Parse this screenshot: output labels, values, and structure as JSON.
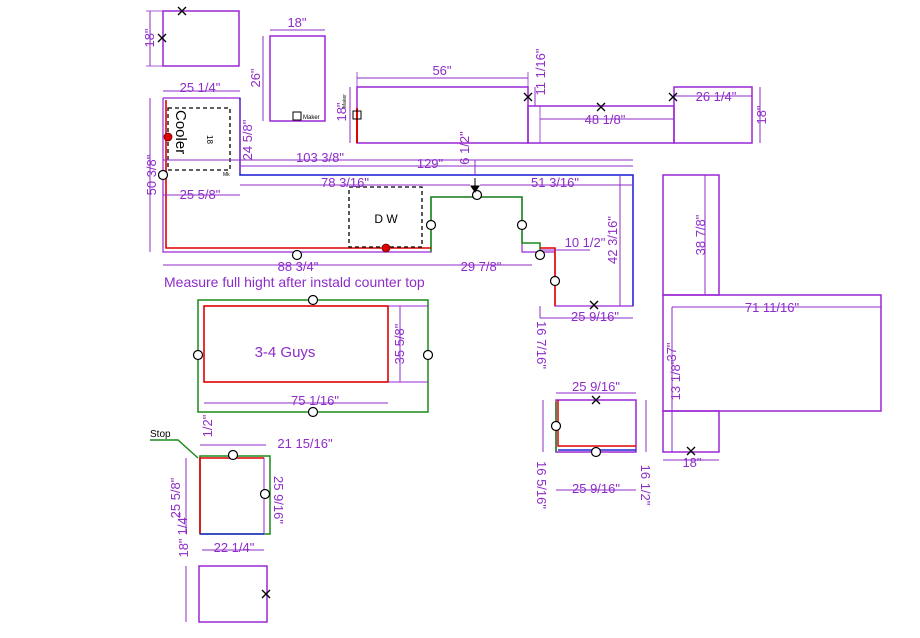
{
  "colors": {
    "outline": "#9b27d6",
    "dimension": "#8e2cc9",
    "edge_finished": "#e00000",
    "wall_blue": "#1e2bd6",
    "wall_green": "#1a8a1a",
    "black": "#000000"
  },
  "icons": [
    "x-mark-icon",
    "circle-marker-icon",
    "red-dot-icon",
    "stop-arrow-icon"
  ],
  "labels": {
    "cooler": "Cooler",
    "cooler_sub": "18",
    "dw": "D W",
    "guys": "3-4 Guys",
    "note": "Measure full hight after instald counter top",
    "stop": "Stop",
    "maker": "Maker",
    "mk_small": "Mk"
  },
  "dimensions": {
    "d_18_tl": "18\"",
    "d_18_top": "18\"",
    "d_26": "26\"",
    "d_56": "56\"",
    "d_11_1_16": "11 1/16\"",
    "d_25_1_4": "25 1/4\"",
    "d_24_5_8": "24 5/8\"",
    "d_18_small": "18\"",
    "d_48_1_8": "48 1/8\"",
    "d_26_1_4": "26 1/4\"",
    "d_18_right": "18\"",
    "d_6_1_2": "6 1/2\"",
    "d_103_3_8": "103 3/8\"",
    "d_129": "129\"",
    "d_50_3_8": "50 3/8\"",
    "d_78_3_16": "78 3/16\"",
    "d_51_3_16": "51 3/16\"",
    "d_25_5_8": "25 5/8\"",
    "d_42_3_16": "42 3/16\"",
    "d_38_7_8": "38 7/8\"",
    "d_10_1_2": "10 1/2\"",
    "d_88_3_4": "88 3/4\"",
    "d_29_7_8": "29 7/8\"",
    "d_25_9_16_a": "25 9/16\"",
    "d_71_11_16": "71 11/16\"",
    "d_16_7_16": "16 7/16\"",
    "d_35_5_8": "35 5/8\"",
    "d_13_1_8": "13 1/8\"",
    "d_37": "37\"",
    "d_75_1_16": "75 1/16\"",
    "d_25_9_16_b": "25 9/16\"",
    "d_1_2": "1/2\"",
    "d_21_15_16": "21 15/16\"",
    "d_25_9_16_c": "25 9/16\"",
    "d_25_5_8_b": "25 5/8\"",
    "d_1_4": "1/4\"",
    "d_16_5_16": "16 5/16\"",
    "d_16_1_2": "16 1/2\"",
    "d_25_9_16_d": "25 9/16\"",
    "d_18_bottom_right": "18\"",
    "d_22_1_4": "22 1/4\"",
    "d_18_bottom": "18\""
  }
}
